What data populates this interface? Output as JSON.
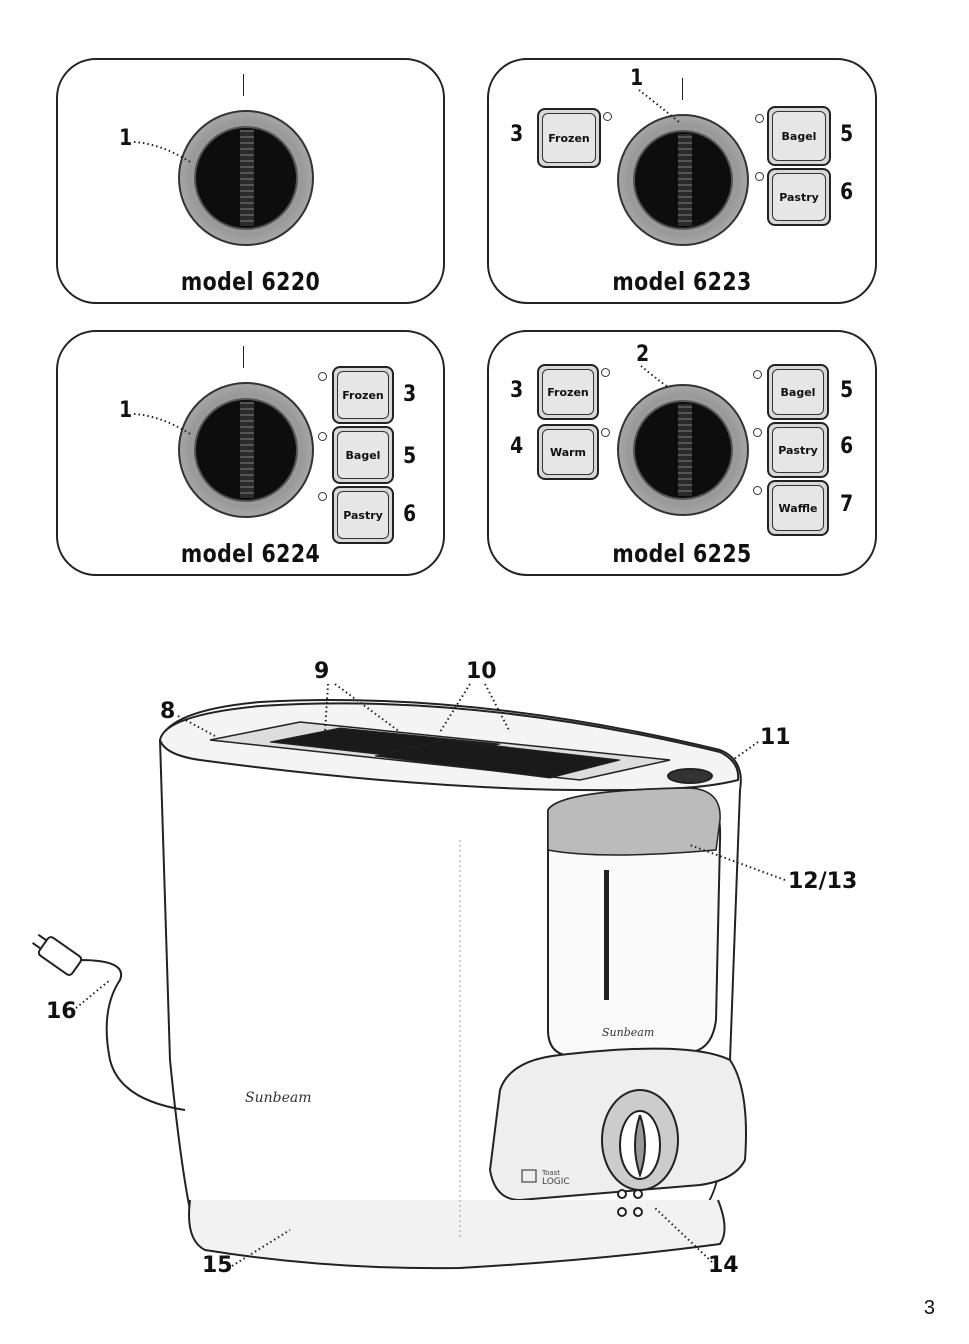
{
  "panels": [
    {
      "model": "model 6220",
      "dial_callout": "1"
    },
    {
      "model": "model 6223",
      "dial_callout": "1",
      "left_buttons": [
        {
          "label": "Frozen",
          "callout": "3"
        }
      ],
      "right_buttons": [
        {
          "label": "Bagel",
          "callout": "5"
        },
        {
          "label": "Pastry",
          "callout": "6"
        }
      ]
    },
    {
      "model": "model 6224",
      "dial_callout": "1",
      "right_buttons": [
        {
          "label": "Frozen",
          "callout": "3"
        },
        {
          "label": "Bagel",
          "callout": "5"
        },
        {
          "label": "Pastry",
          "callout": "6"
        }
      ]
    },
    {
      "model": "model 6225",
      "dial_callout": "2",
      "left_buttons": [
        {
          "label": "Frozen",
          "callout": "3"
        },
        {
          "label": "Warm",
          "callout": "4"
        }
      ],
      "right_buttons": [
        {
          "label": "Bagel",
          "callout": "5"
        },
        {
          "label": "Pastry",
          "callout": "6"
        },
        {
          "label": "Waffle",
          "callout": "7"
        }
      ]
    }
  ],
  "toaster": {
    "callouts": {
      "c8": "8",
      "c9": "9",
      "c10": "10",
      "c11": "11",
      "c12": "12/13",
      "c14": "14",
      "c15": "15",
      "c16": "16"
    },
    "brand_side": "Sunbeam",
    "brand_window": "Sunbeam",
    "logo_line1": "Toast",
    "logo_line2": "LOGIC"
  },
  "page_number": "3"
}
